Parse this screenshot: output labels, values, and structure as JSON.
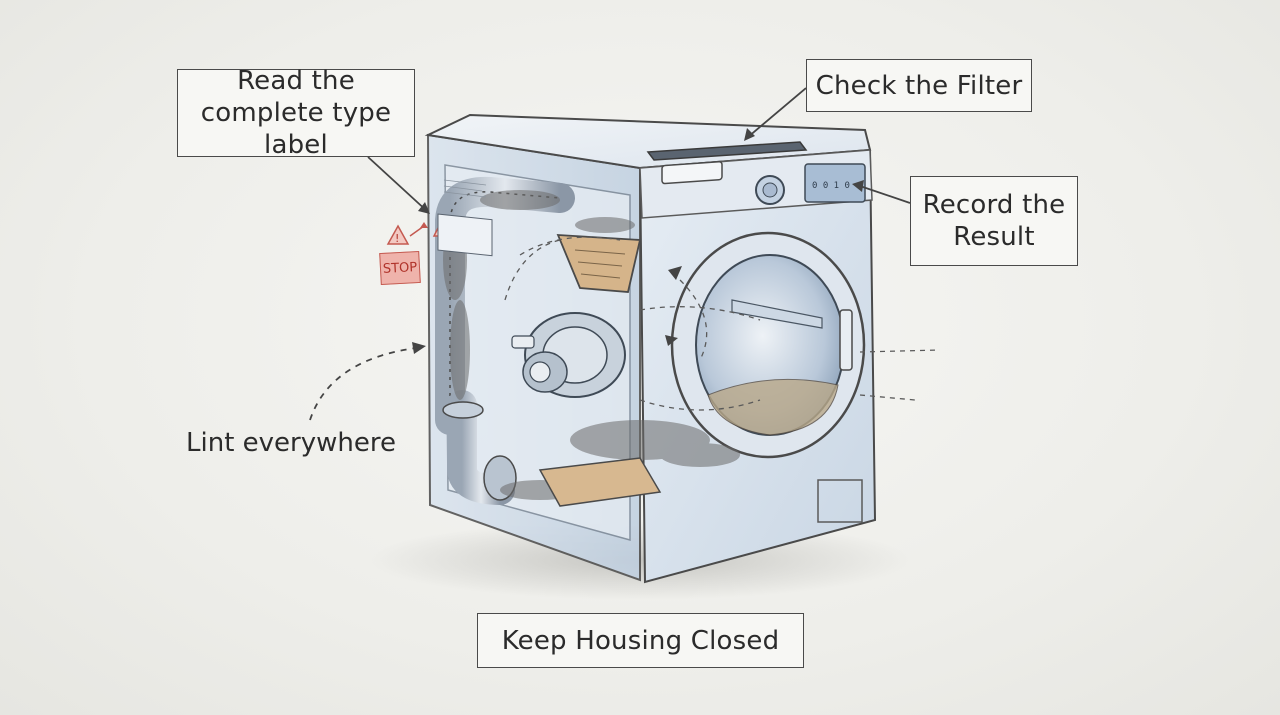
{
  "labels": {
    "read_label": "Read the complete type label",
    "check_filter": "Check the Filter",
    "record_result": "Record the Result",
    "lint": "Lint everywhere",
    "keep_closed": "Keep Housing Closed",
    "stop": "STOP"
  },
  "display": {
    "panel_glyphs": "0 0 1 0"
  },
  "colors": {
    "outline": "#4a4a4a",
    "body_blue": "#cfdbe8",
    "lint_grey": "#6b6b6b",
    "warning_red": "#c45a50",
    "arrow": "#444444"
  },
  "icons": [
    "warning-icon",
    "dryer-illustration",
    "arrow-icon"
  ]
}
